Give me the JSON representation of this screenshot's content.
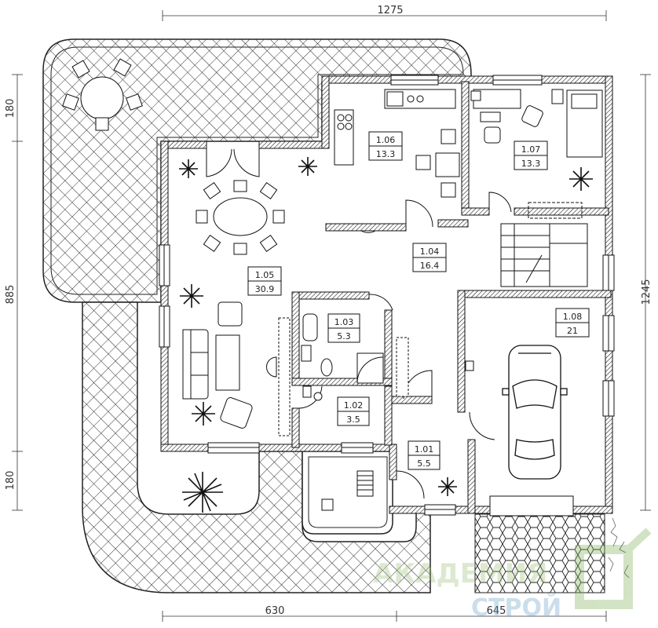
{
  "dimensions": {
    "top": "1275",
    "bottom_left": "630",
    "bottom_right": "645",
    "left_top": "180",
    "left_mid": "885",
    "left_bottom": "180",
    "right": "1245"
  },
  "rooms": [
    {
      "id": "1.01",
      "area": "5.5"
    },
    {
      "id": "1.02",
      "area": "3.5"
    },
    {
      "id": "1.03",
      "area": "5.3"
    },
    {
      "id": "1.04",
      "area": "16.4"
    },
    {
      "id": "1.05",
      "area": "30.9"
    },
    {
      "id": "1.06",
      "area": "13.3"
    },
    {
      "id": "1.07",
      "area": "13.3"
    },
    {
      "id": "1.08",
      "area": "21"
    }
  ],
  "watermark": {
    "line1": "АКАДЕМИЯ",
    "line2": "СТРОЙ"
  }
}
